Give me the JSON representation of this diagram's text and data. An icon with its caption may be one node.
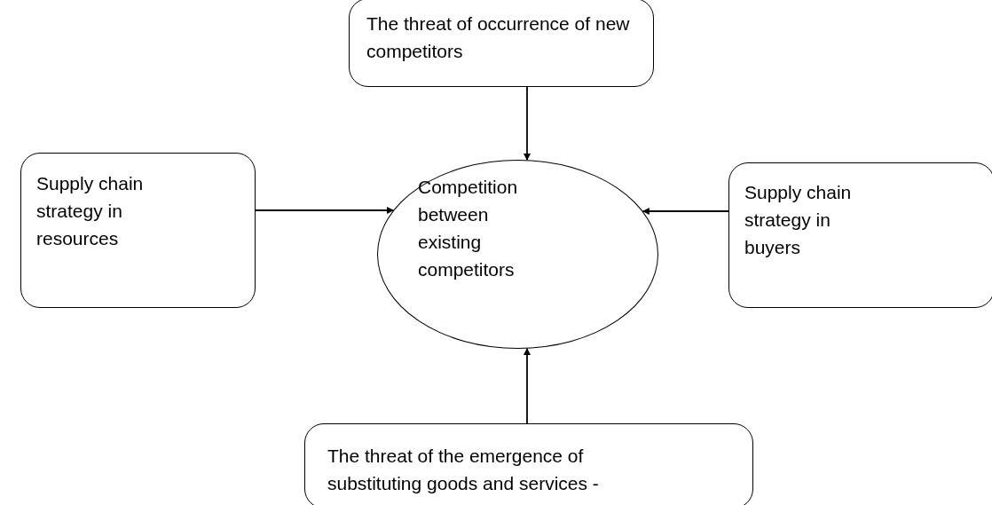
{
  "diagram": {
    "nodes": [
      {
        "text": [
          "The threat of occurrence of new competitors"
        ]
      },
      {
        "text": [
          "Supply chain strategy in resources"
        ]
      },
      {
        "text": [
          "Competition between existing competitors"
        ]
      },
      {
        "text": [
          "Supply chain strategy in buyers"
        ]
      },
      {
        "text": [
          "The threat of the emergence of substituting goods and services -"
        ]
      }
    ],
    "edges": [
      {
        "from": 0,
        "to": 2,
        "arrow": "to"
      },
      {
        "from": 1,
        "to": 2,
        "arrow": "to"
      },
      {
        "from": 3,
        "to": 2,
        "arrow": "to"
      },
      {
        "from": 4,
        "to": 2,
        "arrow": "to"
      }
    ]
  }
}
